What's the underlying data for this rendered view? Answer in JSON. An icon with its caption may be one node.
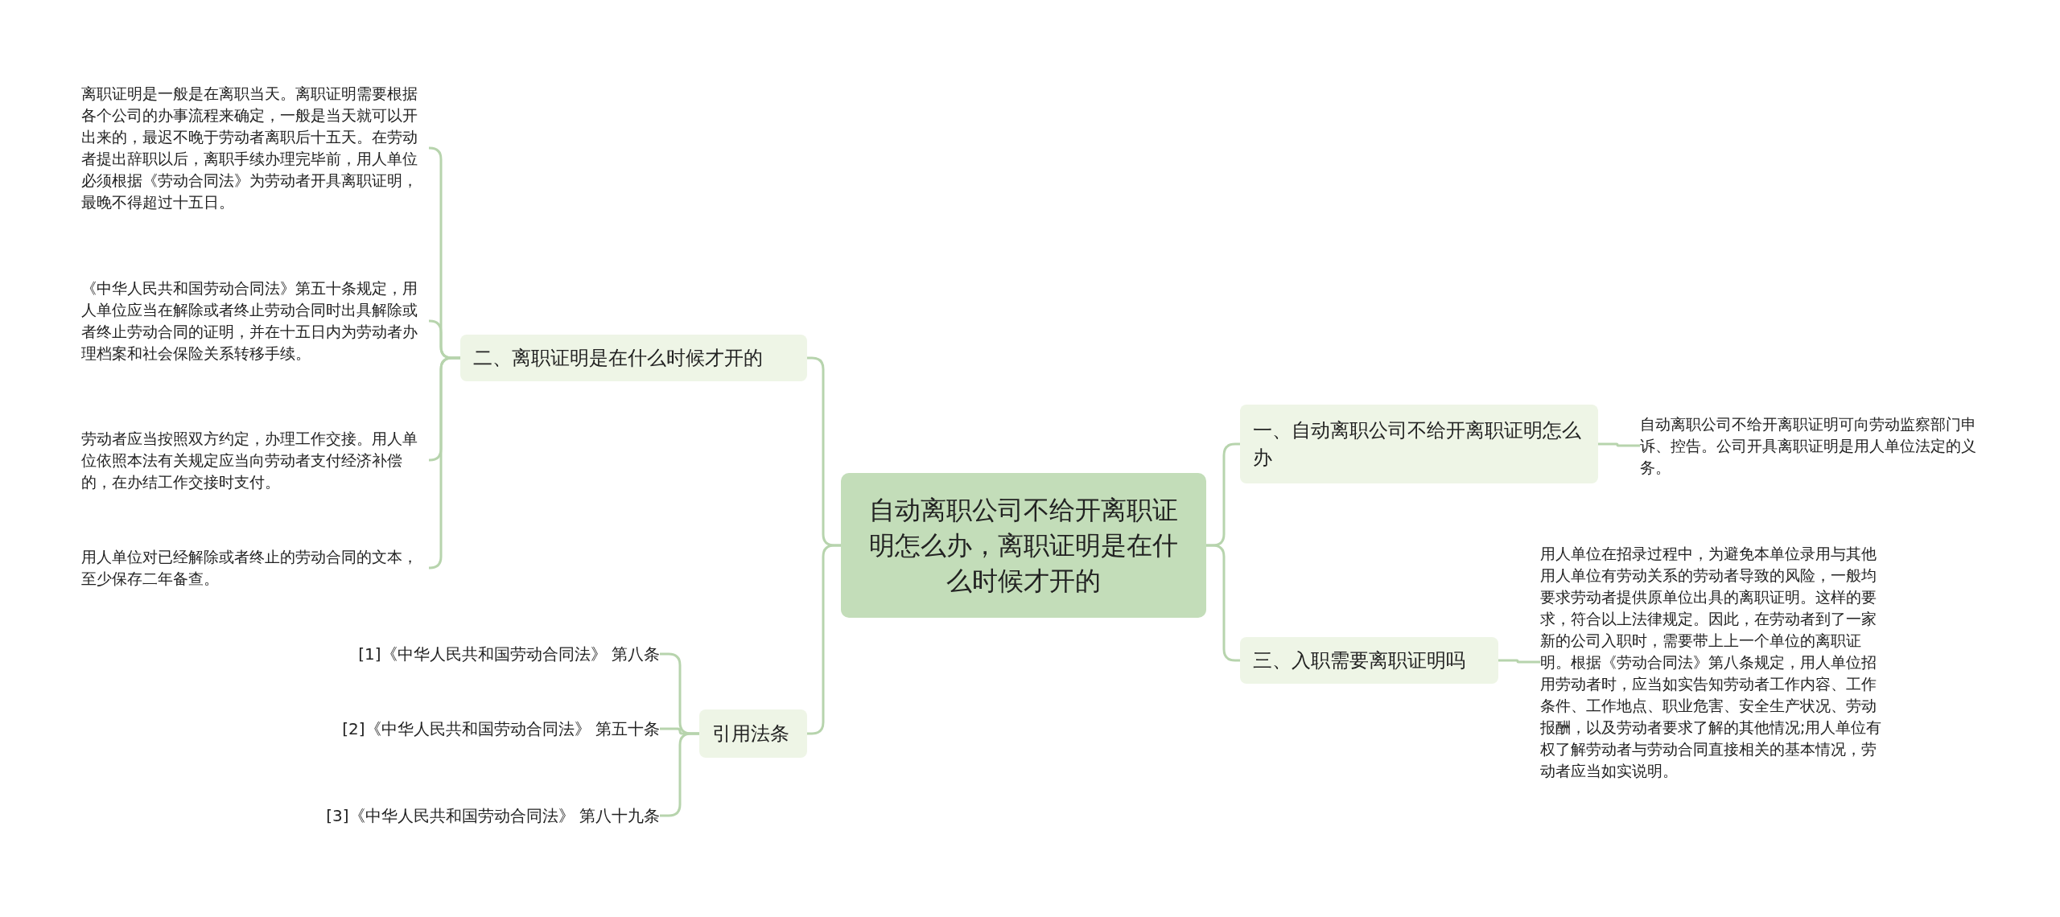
{
  "diagram": {
    "nodes": [
      {
        "text": [
          "自动离职公司不给开离职证明怎么办，离职证明是在什么时候才开的"
        ]
      },
      {
        "text": [
          "二、离职证明是在什么时候才开的"
        ]
      },
      {
        "text": [
          "离职证明是一般是在离职当天。离职证明需要根据各个公司的办事流程来确定，一般是当天就可以开出来的，最迟不晚于劳动者离职后十五天。在劳动者提出辞职以后，离职手续办理完毕前，用人单位必须根据《劳动合同法》为劳动者开具离职证明，最晚不得超过十五日。"
        ]
      },
      {
        "text": [
          "《中华人民共和国劳动合同法》第五十条规定，用人单位应当在解除或者终止劳动合同时出具解除或者终止劳动合同的证明，并在十五日内为劳动者办理档案和社会保险关系转移手续。"
        ]
      },
      {
        "text": [
          "劳动者应当按照双方约定，办理工作交接。用人单位依照本法有关规定应当向劳动者支付经济补偿的，在办结工作交接时支付。"
        ]
      },
      {
        "text": [
          "用人单位对已经解除或者终止的劳动合同的文本，至少保存二年备查。"
        ]
      },
      {
        "text": [
          "引用法条"
        ]
      },
      {
        "text": [
          "[1]《中华人民共和国劳动合同法》 第八条"
        ]
      },
      {
        "text": [
          "[2]《中华人民共和国劳动合同法》 第五十条"
        ]
      },
      {
        "text": [
          "[3]《中华人民共和国劳动合同法》 第八十九条"
        ]
      },
      {
        "text": [
          "一、自动离职公司不给开离职证明怎么办"
        ]
      },
      {
        "text": [
          "自动离职公司不给开离职证明可向劳动监察部门申诉、控告。公司开具离职证明是用人单位法定的义务。"
        ]
      },
      {
        "text": [
          "三、入职需要离职证明吗"
        ]
      },
      {
        "text": [
          "用人单位在招录过程中，为避免本单位录用与其他用人单位有劳动关系的劳动者导致的风险，一般均要求劳动者提供原单位出具的离职证明。这样的要求，符合以上法律规定。因此，在劳动者到了一家新的公司入职时，需要带上上一个单位的离职证明。根据《劳动合同法》第八条规定，用人单位招用劳动者时，应当如实告知劳动者工作内容、工作条件、工作地点、职业危害、安全生产状况、劳动报酬，以及劳动者要求了解的其他情况;用人单位有权了解劳动者与劳动合同直接相关的基本情况，劳动者应当如实说明。"
        ]
      }
    ],
    "edges": [
      {
        "from": 0,
        "to": 1,
        "arrow": "none"
      },
      {
        "from": 1,
        "to": 2,
        "arrow": "none"
      },
      {
        "from": 1,
        "to": 3,
        "arrow": "none"
      },
      {
        "from": 1,
        "to": 4,
        "arrow": "none"
      },
      {
        "from": 1,
        "to": 5,
        "arrow": "none"
      },
      {
        "from": 0,
        "to": 6,
        "arrow": "none"
      },
      {
        "from": 6,
        "to": 7,
        "arrow": "none"
      },
      {
        "from": 6,
        "to": 8,
        "arrow": "none"
      },
      {
        "from": 6,
        "to": 9,
        "arrow": "none"
      },
      {
        "from": 0,
        "to": 10,
        "arrow": "none"
      },
      {
        "from": 10,
        "to": 11,
        "arrow": "none"
      },
      {
        "from": 0,
        "to": 12,
        "arrow": "none"
      },
      {
        "from": 12,
        "to": 13,
        "arrow": "none"
      }
    ]
  }
}
